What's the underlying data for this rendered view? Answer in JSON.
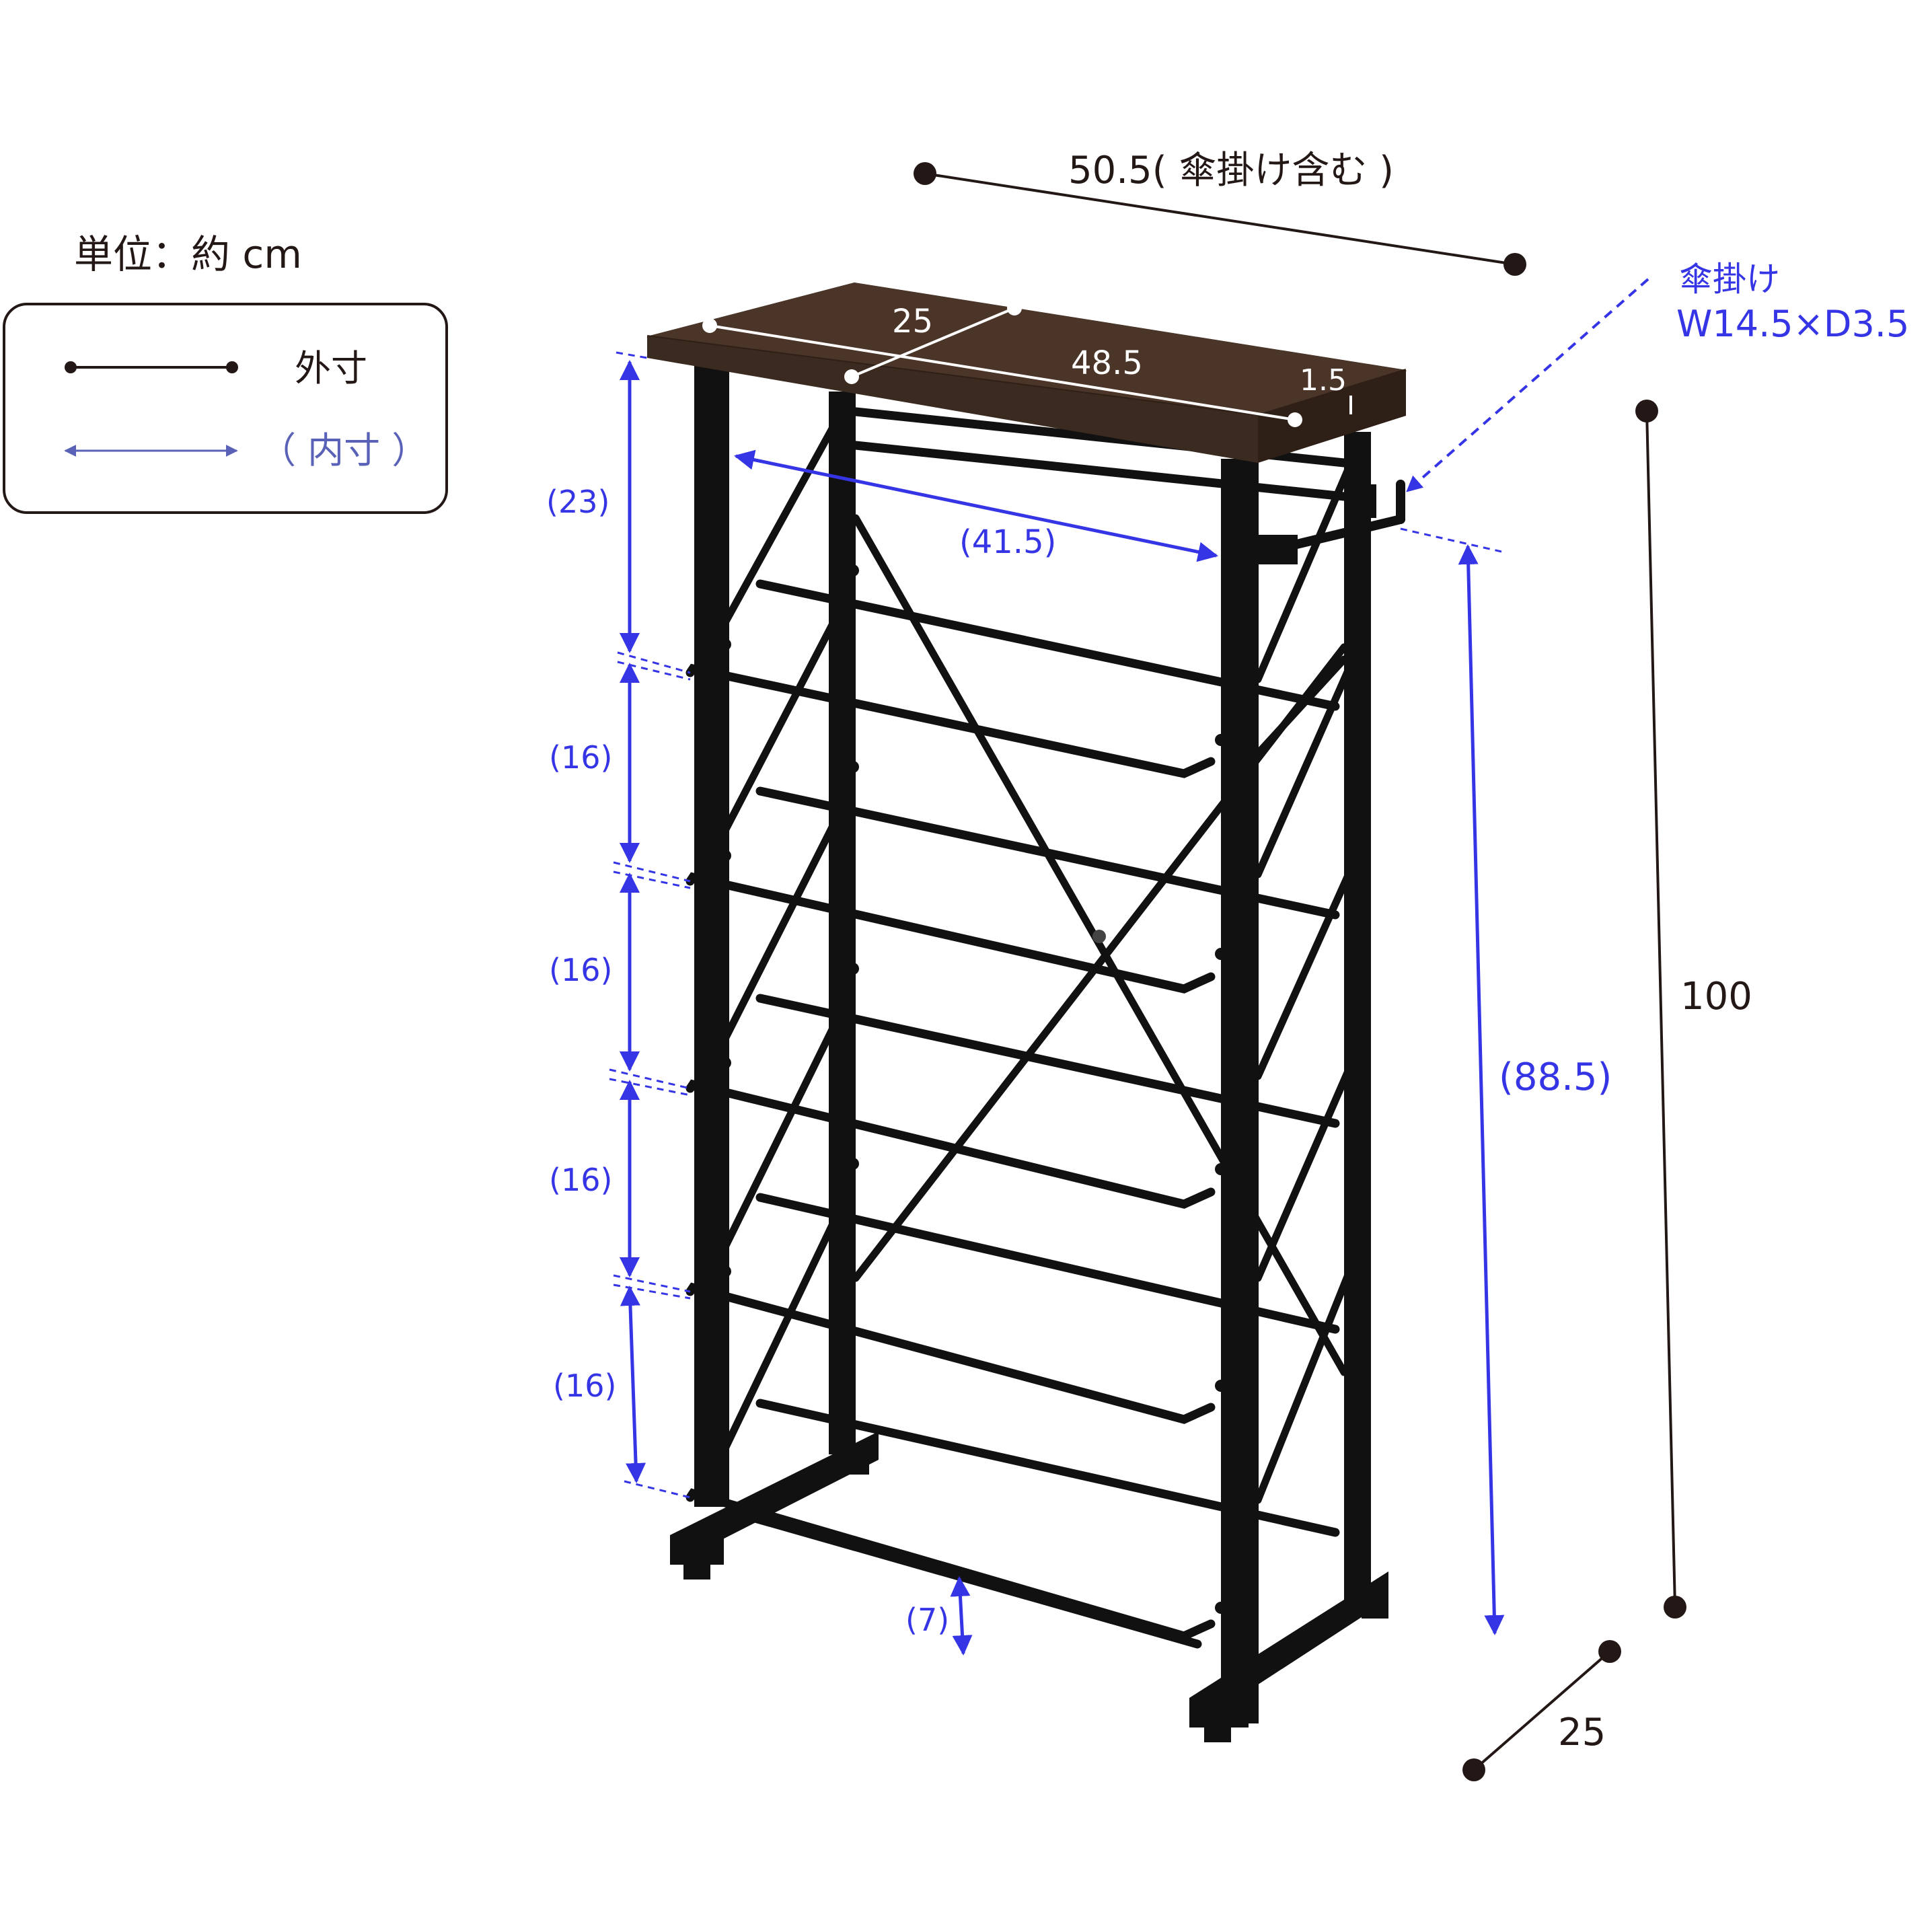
{
  "unit_label": "単位：約 cm",
  "legend": {
    "outer_label": "外寸",
    "inner_label": "（ 内寸 ）",
    "outer_color": "#231815",
    "inner_color": "#5a62b8"
  },
  "colors": {
    "outer": "#231815",
    "inner": "#3535e6",
    "frame": "#111111",
    "wood": "#4a3528",
    "wood_dark": "#2e1f17"
  },
  "dimensions": {
    "total_width": "50.5( 傘掛け含む )",
    "height": "100",
    "depth": "25",
    "top_depth": "25",
    "top_width": "48.5",
    "top_thickness": "1.5",
    "umbrella_title": "傘掛け",
    "umbrella_size": "W14.5×D3.5",
    "inner_width": "(41.5)",
    "inner_height": "(88.5)",
    "top_gap": "(23)",
    "shelf_gap_1": "(16)",
    "shelf_gap_2": "(16)",
    "shelf_gap_3": "(16)",
    "shelf_gap_4": "(16)",
    "bottom_gap": "(7)"
  }
}
